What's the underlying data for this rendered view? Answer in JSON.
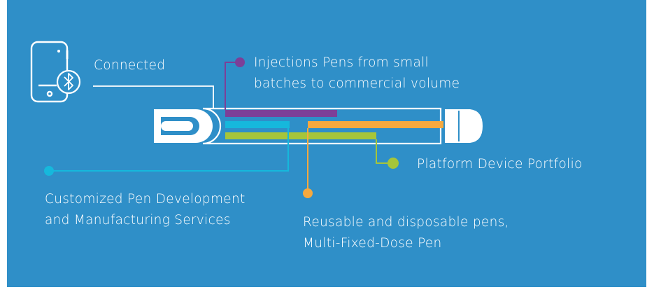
{
  "labels": {
    "connected": "Connected",
    "injection_pens_line1": "Injections Pens from small",
    "injection_pens_line2": "batches to commercial volume",
    "platform": "Platform Device Portfolio",
    "custom_line1": "Customized Pen Development",
    "custom_line2": "and Manufacturing Services",
    "reusable_line1": "Reusable and disposable pens,",
    "reusable_line2": "Multi-Fixed-Dose Pen"
  },
  "colors": {
    "background": "#2f8fc8",
    "purple": "#7c3f98",
    "cyan": "#16b8dc",
    "orange": "#f6a93f",
    "lime": "#a6c53a",
    "white": "#ffffff"
  },
  "icons": {
    "phone": "smartphone-icon",
    "bluetooth": "bluetooth-icon"
  }
}
